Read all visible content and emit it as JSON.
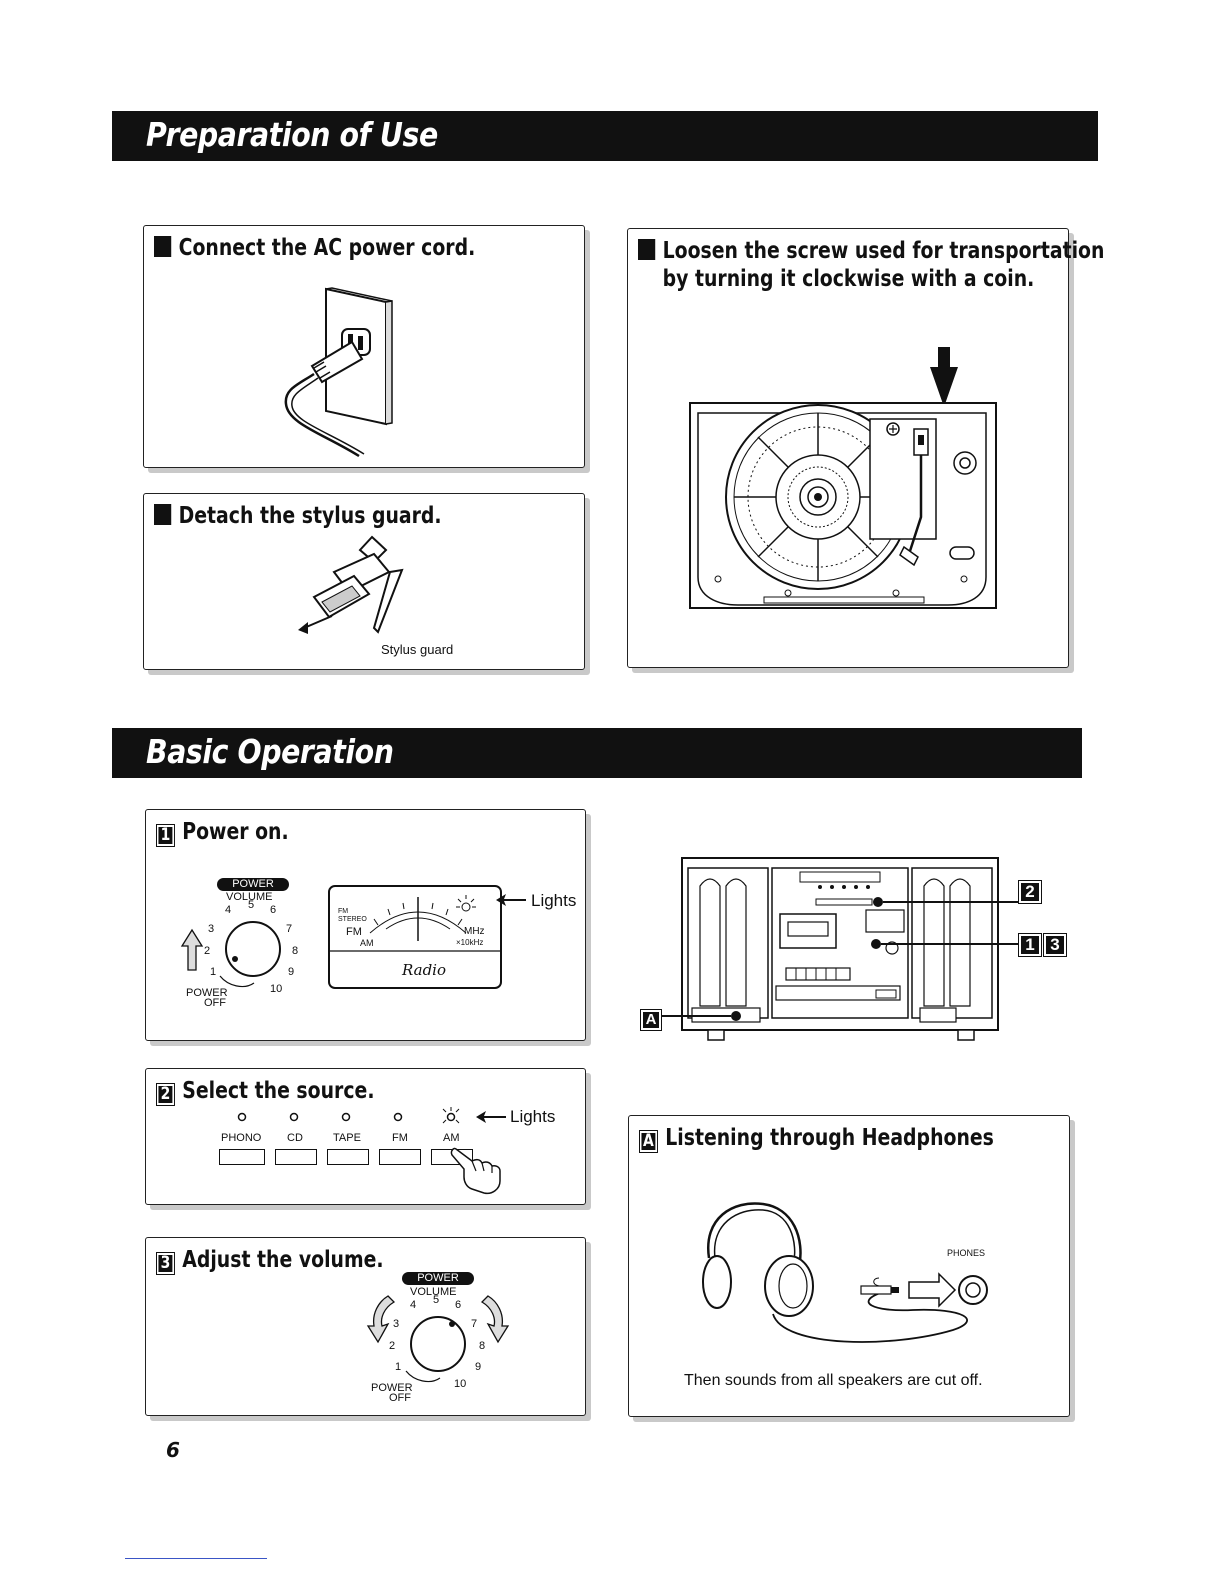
{
  "sections": {
    "preparation_title": "Preparation of Use",
    "basic_title": "Basic Operation"
  },
  "prep": {
    "ac_cord": "Connect the AC power cord.",
    "stylus_guard": "Detach the stylus guard.",
    "stylus_guard_label": "Stylus guard",
    "screw_line1": "Loosen the screw used for transportation",
    "screw_line2": "by turning it clockwise with a coin."
  },
  "steps": {
    "step1_num": "1",
    "step1": "Power on.",
    "step2_num": "2",
    "step2": "Select the source.",
    "step3_num": "3",
    "step3": "Adjust the volume.",
    "stepA_num": "A",
    "stepA": "Listening through Headphones",
    "headphones_note": "Then sounds from all speakers are cut off."
  },
  "labels": {
    "power": "POWER",
    "volume": "VOLUME",
    "power_off_1": "POWER",
    "power_off_2": "OFF",
    "lights": "Lights",
    "radio": "Radio",
    "fm": "FM",
    "am": "AM",
    "mhz": "MHz",
    "khz": "×10kHz",
    "fm_stereo": "FM STEREO",
    "phones": "PHONES",
    "callout_2": "2",
    "callout_1": "1",
    "callout_3": "3",
    "callout_A": "A"
  },
  "dial_numbers": [
    "1",
    "2",
    "3",
    "4",
    "5",
    "6",
    "7",
    "8",
    "9",
    "10"
  ],
  "sources": [
    "PHONO",
    "CD",
    "TAPE",
    "FM",
    "AM"
  ],
  "page_number": "6"
}
